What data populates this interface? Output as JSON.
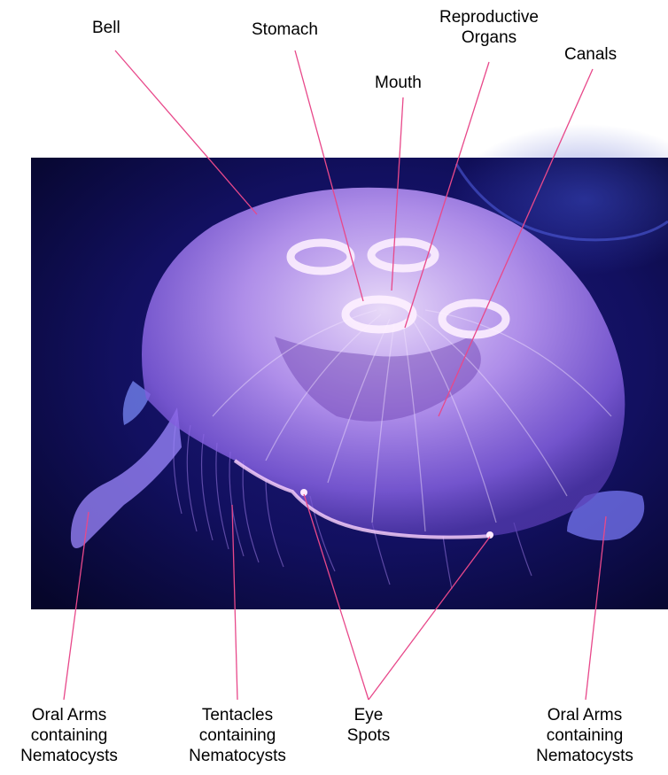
{
  "labels": {
    "bell": "Bell",
    "stomach": "Stomach",
    "reproductive_line1": "Reproductive",
    "reproductive_line2": "Organs",
    "mouth": "Mouth",
    "canals": "Canals",
    "oral_arms_left_1": "Oral Arms",
    "oral_arms_left_2": "containing",
    "oral_arms_left_3": "Nematocysts",
    "tentacles_1": "Tentacles",
    "tentacles_2": "containing",
    "tentacles_3": "Nematocysts",
    "eye_1": "Eye",
    "eye_2": "Spots",
    "oral_arms_right_1": "Oral Arms",
    "oral_arms_right_2": "containing",
    "oral_arms_right_3": "Nematocysts"
  },
  "colors": {
    "leader_line": "#e8488a",
    "background_deep": "#0a0a3a",
    "bell_tint": "#c9a8ff"
  }
}
